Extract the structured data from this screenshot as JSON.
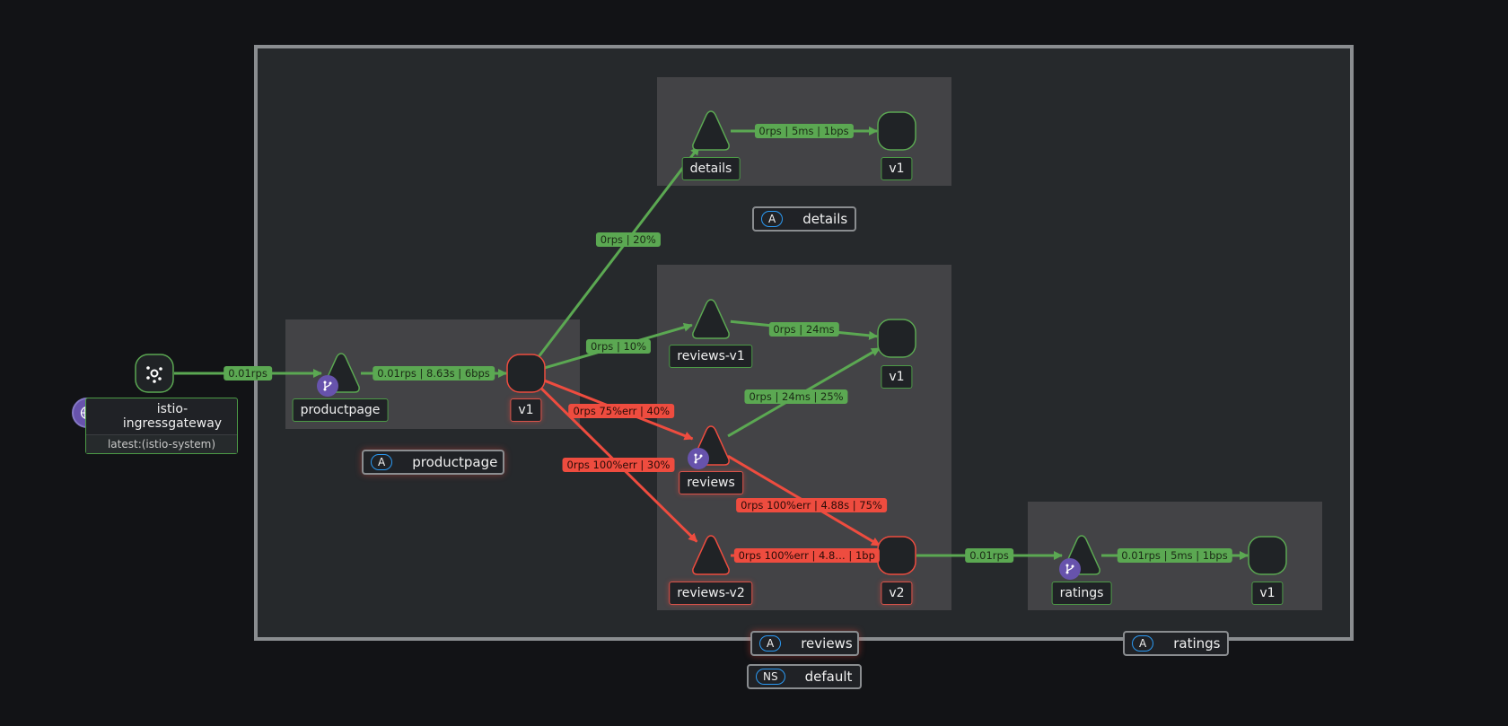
{
  "colors": {
    "ok": "#5ba852",
    "error": "#ee4c3f",
    "namespace_border": "#8a8d90",
    "app_pill_border": "#2b9af3",
    "virtual_service_badge": "#6753ac"
  },
  "namespace": {
    "badge": "NS",
    "name": "default"
  },
  "gateway": {
    "name": "istio-ingressgateway",
    "subtitle": "latest:(istio-system)",
    "icon": "gateway-icon",
    "badge_icon": "globe-icon"
  },
  "apps": [
    {
      "badge": "A",
      "name": "productpage",
      "status": "error"
    },
    {
      "badge": "A",
      "name": "details",
      "status": "ok"
    },
    {
      "badge": "A",
      "name": "reviews",
      "status": "error"
    },
    {
      "badge": "A",
      "name": "ratings",
      "status": "ok"
    }
  ],
  "nodes": {
    "productpage_svc": {
      "label": "productpage",
      "type": "service",
      "status": "ok",
      "virtual_service": true
    },
    "productpage_v1": {
      "label": "v1",
      "type": "workload",
      "status": "error"
    },
    "details_svc": {
      "label": "details",
      "type": "service",
      "status": "ok"
    },
    "details_v1": {
      "label": "v1",
      "type": "workload",
      "status": "ok"
    },
    "reviews_v1_svc": {
      "label": "reviews-v1",
      "type": "service",
      "status": "ok"
    },
    "reviews_v1": {
      "label": "v1",
      "type": "workload",
      "status": "ok"
    },
    "reviews_svc": {
      "label": "reviews",
      "type": "service",
      "status": "error",
      "virtual_service": true
    },
    "reviews_v2_svc": {
      "label": "reviews-v2",
      "type": "service",
      "status": "error"
    },
    "reviews_v2": {
      "label": "v2",
      "type": "workload",
      "status": "error"
    },
    "ratings_svc": {
      "label": "ratings",
      "type": "service",
      "status": "ok",
      "virtual_service": true
    },
    "ratings_v1": {
      "label": "v1",
      "type": "workload",
      "status": "ok"
    }
  },
  "edges": [
    {
      "from": "gateway",
      "to": "productpage_svc",
      "label": "0.01rps",
      "status": "ok"
    },
    {
      "from": "productpage_svc",
      "to": "productpage_v1",
      "label": "0.01rps | 8.63s | 6bps",
      "status": "ok"
    },
    {
      "from": "productpage_v1",
      "to": "details_svc",
      "label": "0rps | 20%",
      "status": "ok"
    },
    {
      "from": "details_svc",
      "to": "details_v1",
      "label": "0rps | 5ms | 1bps",
      "status": "ok"
    },
    {
      "from": "productpage_v1",
      "to": "reviews_v1_svc",
      "label": "0rps | 10%",
      "status": "ok"
    },
    {
      "from": "reviews_v1_svc",
      "to": "reviews_v1",
      "label": "0rps | 24ms",
      "status": "ok"
    },
    {
      "from": "reviews_svc",
      "to": "reviews_v1",
      "label": "0rps | 24ms | 25%",
      "status": "ok"
    },
    {
      "from": "productpage_v1",
      "to": "reviews_svc",
      "label": "0rps 75%err | 40%",
      "status": "error"
    },
    {
      "from": "productpage_v1",
      "to": "reviews_v2_svc",
      "label": "0rps 100%err | 30%",
      "status": "error"
    },
    {
      "from": "reviews_svc",
      "to": "reviews_v2",
      "label": "0rps 100%err | 4.88s | 75%",
      "status": "error"
    },
    {
      "from": "reviews_v2_svc",
      "to": "reviews_v2",
      "label": "0rps 100%err | 4.8… | 1bp",
      "status": "error"
    },
    {
      "from": "reviews_v2",
      "to": "ratings_svc",
      "label": "0.01rps",
      "status": "ok"
    },
    {
      "from": "ratings_svc",
      "to": "ratings_v1",
      "label": "0.01rps | 5ms | 1bps",
      "status": "ok"
    }
  ]
}
